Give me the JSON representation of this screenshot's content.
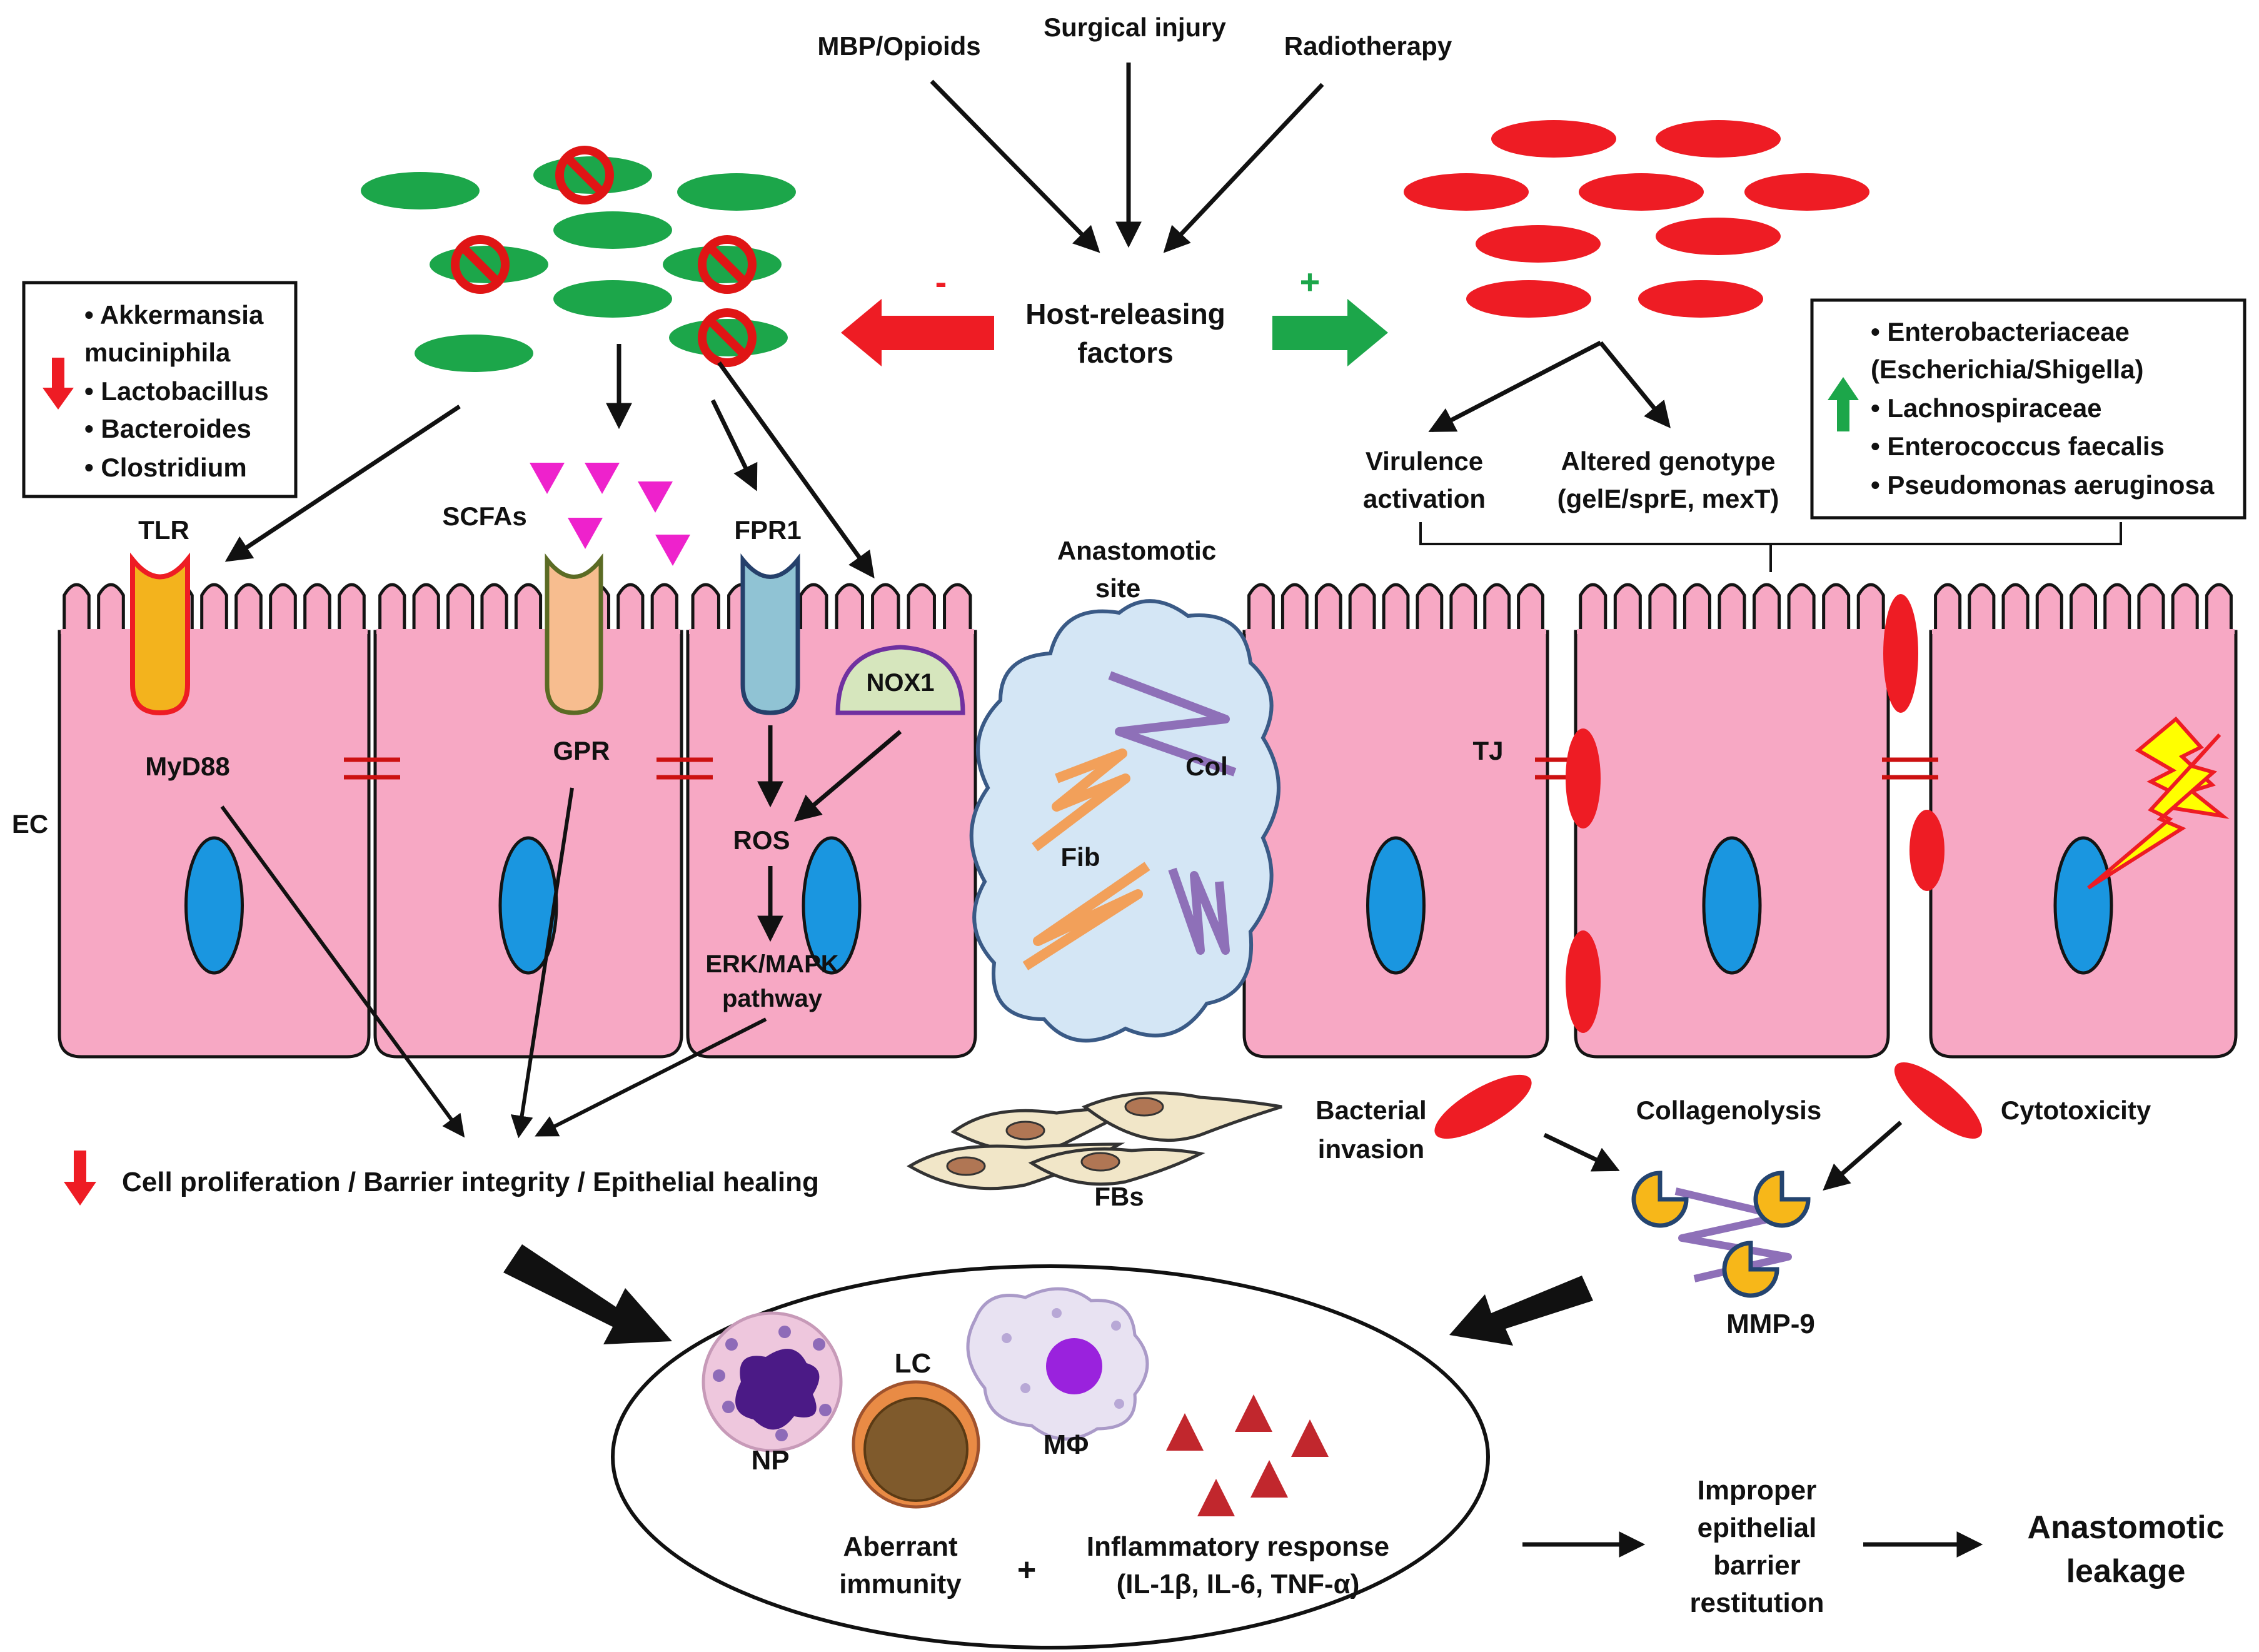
{
  "colors": {
    "green_bacteria": "#1ca64a",
    "red_bacteria": "#ee1c24",
    "inhibit_symbol": "#e01515",
    "cell_fill": "#f7a8c4",
    "cell_stroke": "#141414",
    "nucleus_fill": "#1a96e0",
    "scfa": "#ee22cc",
    "decrease_arrow": "#ee1c24",
    "increase_arrow": "#1ca64a",
    "tj_red": "#cc1111",
    "cytokine": "#c1272d"
  },
  "top_factors": {
    "mbp_opioids": "MBP/Opioids",
    "surgical_injury": "Surgical injury",
    "radiotherapy": "Radiotherapy",
    "host_releasing_line1": "Host-releasing",
    "host_releasing_line2": "factors",
    "minus": "-",
    "plus": "+"
  },
  "decreased_box": {
    "items": [
      "• Akkermansia",
      "muciniphila",
      "• Lactobacillus",
      "• Bacteroides",
      "• Clostridium"
    ]
  },
  "increased_box": {
    "items": [
      "• Enterobacteriaceae",
      "(Escherichia/Shigella)",
      "• Lachnospiraceae",
      "• Enterococcus faecalis",
      "• Pseudomonas aeruginosa"
    ]
  },
  "left_labels": {
    "tlr": "TLR",
    "scfas": "SCFAs",
    "fpr1": "FPR1",
    "myd88": "MyD88",
    "gpr": "GPR",
    "nox1": "NOX1",
    "ros": "ROS",
    "erk_line1": "ERK/MAPK",
    "erk_line2": "pathway",
    "ec": "EC",
    "cell_effect": "Cell proliferation / Barrier integrity / Epithelial healing"
  },
  "anastomotic": {
    "site_line1": "Anastomotic",
    "site_line2": "site",
    "col": "Col",
    "fib": "Fib",
    "fbs": "FBs"
  },
  "right_labels": {
    "virulence_line1": "Virulence",
    "virulence_line2": "activation",
    "altered_line1": "Altered genotype",
    "altered_line2": "(gelE/sprE, mexT)",
    "tj": "TJ",
    "bacterial_invasion_line1": "Bacterial",
    "bacterial_invasion_line2": "invasion",
    "collagenolysis": "Collagenolysis",
    "cytotoxicity": "Cytotoxicity",
    "mmp9": "MMP-9"
  },
  "immune": {
    "np": "NP",
    "lc": "LC",
    "mphi": "MΦ",
    "aberrant_line1": "Aberrant",
    "aberrant_line2": "immunity",
    "plus": "+",
    "inflammatory_line1": "Inflammatory response",
    "inflammatory_line2": "(IL-1β, IL-6, TNF-α)"
  },
  "outcome": {
    "improper_line1": "Improper",
    "improper_line2": "epithelial",
    "improper_line3": "barrier",
    "improper_line4": "restitution",
    "leakage_line1": "Anastomotic",
    "leakage_line2": "leakage"
  }
}
